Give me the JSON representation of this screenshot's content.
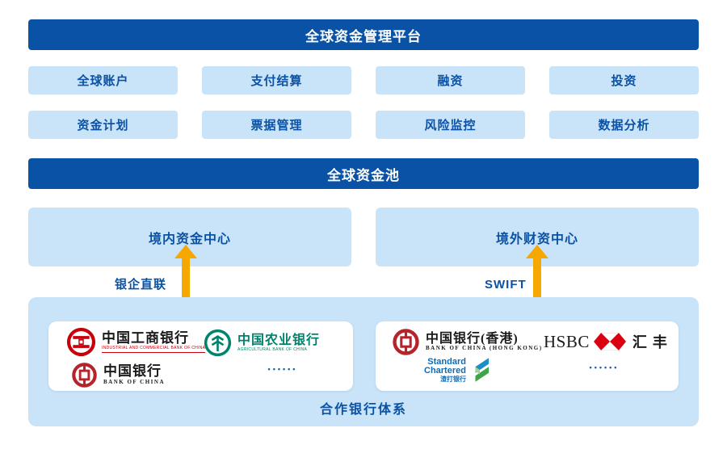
{
  "palette": {
    "dark_blue": "#0A52A5",
    "light_blue": "#C9E4F8",
    "text_blue": "#0A52A5",
    "arrow_orange": "#F6A800",
    "icbc_red": "#C7000B",
    "abc_green": "#00836C",
    "boc_red": "#B5232B",
    "hsbc_red": "#DB0011",
    "sc_blue": "#0D6CB5"
  },
  "platform": {
    "title": "全球资金管理平台",
    "modules": [
      "全球账户",
      "支付结算",
      "融资",
      "投资",
      "资金计划",
      "票据管理",
      "风险监控",
      "数据分析"
    ]
  },
  "pool": {
    "title": "全球资金池"
  },
  "centers": {
    "domestic_label": "境内资金中心",
    "domestic_connection": "银企直联",
    "overseas_label": "境外财资中心",
    "overseas_connection": "SWIFT"
  },
  "banks": {
    "section_title": "合作银行体系",
    "icbc_name": "中国工商银行",
    "icbc_sub": "INDUSTRIAL AND COMMERCIAL BANK OF CHINA",
    "abc_name": "中国农业银行",
    "abc_sub": "AGRICULTURAL BANK OF CHINA",
    "boc_name": "中国银行",
    "boc_sub": "BANK OF CHINA",
    "domestic_more": "••••••",
    "bochk_name": "中国银行(香港)",
    "bochk_sub": "BANK OF CHINA (HONG KONG)",
    "hsbc_name": "HSBC",
    "hsbc_cn": "汇丰",
    "sc_name_line1": "Standard",
    "sc_name_line2": "Chartered",
    "sc_cn": "渣打银行",
    "overseas_more": "••••••"
  }
}
